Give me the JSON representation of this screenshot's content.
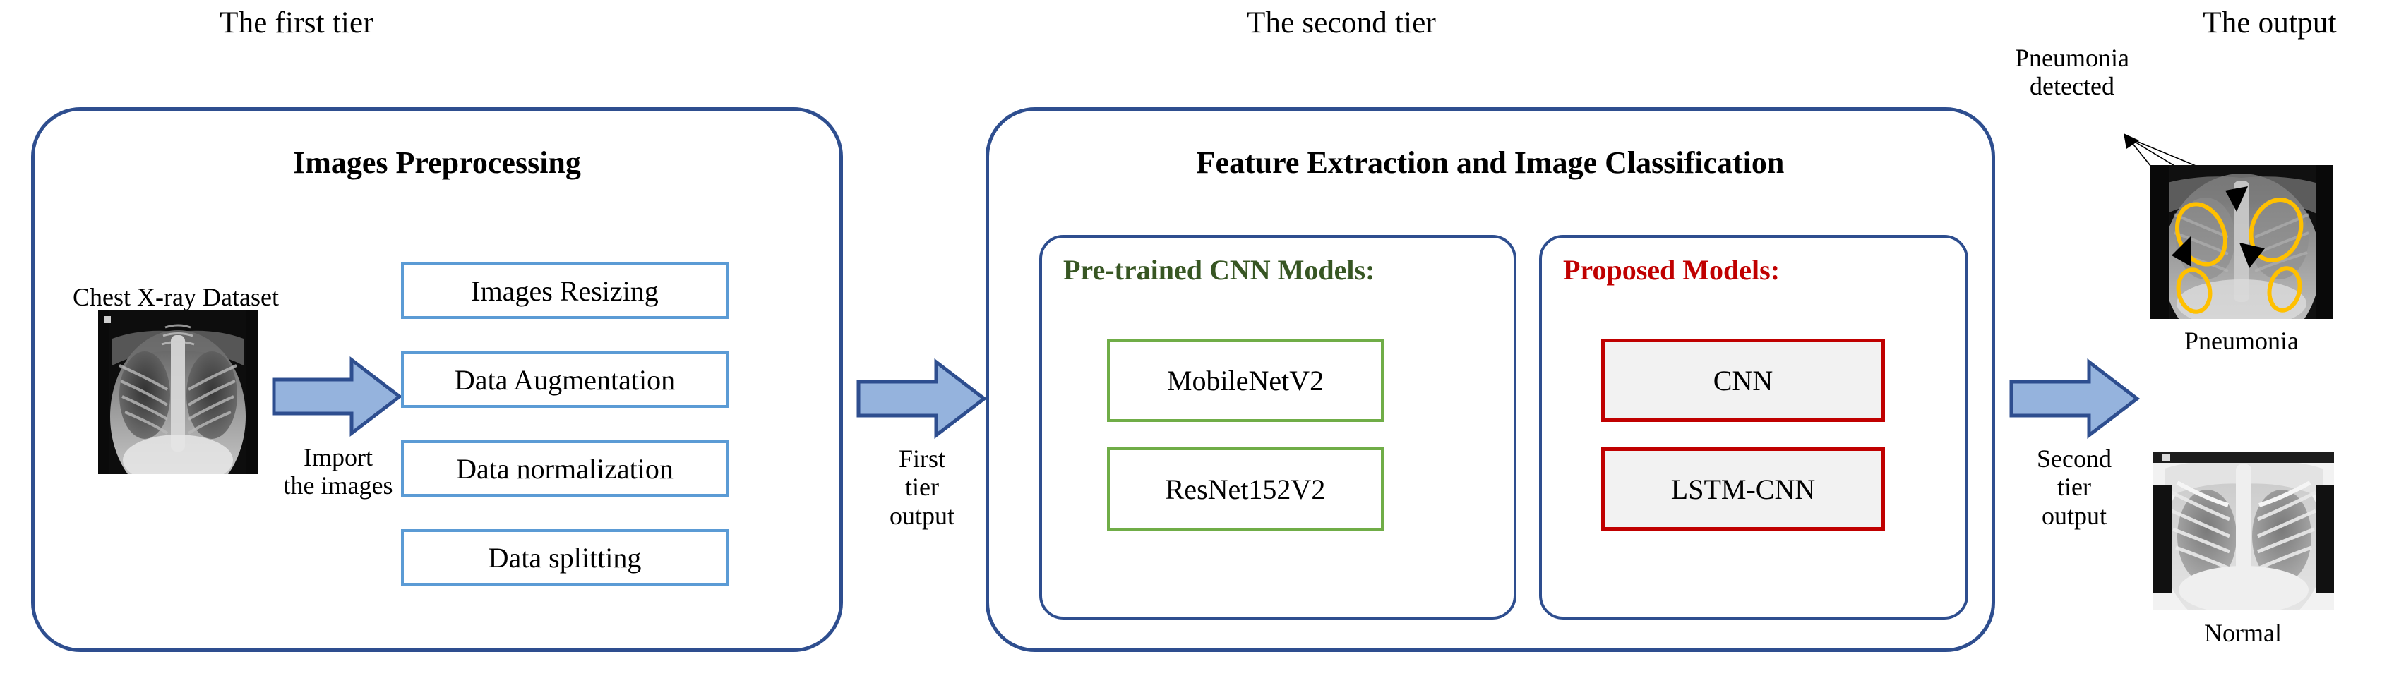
{
  "diagram": {
    "title_first_tier": "The first tier",
    "title_second_tier": "The second tier",
    "title_output": "The output",
    "colors": {
      "outer_border_blue": "#2E4E8F",
      "step_border_blue": "#5B9BD5",
      "arrow_fill_blue": "#95B3DD",
      "arrow_stroke_blue": "#2E4E8F",
      "pretrained_green": "#375623",
      "model_box_green": "#70AD47",
      "proposed_red": "#C00000",
      "model_box_fill_grey": "#F2F2F2",
      "annotation_yellow": "#FFC000"
    }
  },
  "first_tier": {
    "heading": "Images Preprocessing",
    "dataset_label": "Chest X-ray Dataset",
    "import_arrow_label": "Import\nthe images",
    "steps": [
      {
        "label": "Images Resizing"
      },
      {
        "label": "Data Augmentation"
      },
      {
        "label": "Data normalization"
      },
      {
        "label": "Data splitting"
      }
    ]
  },
  "connector_first_to_second": {
    "label": "First\ntier\noutput"
  },
  "second_tier": {
    "heading": "Feature Extraction and Image Classification",
    "panels": [
      {
        "title": "Pre-trained CNN Models:",
        "accent": "green",
        "models": [
          {
            "label": "MobileNetV2"
          },
          {
            "label": "ResNet152V2"
          }
        ]
      },
      {
        "title": "Proposed Models:",
        "accent": "red",
        "models": [
          {
            "label": "CNN"
          },
          {
            "label": "LSTM-CNN"
          }
        ]
      }
    ]
  },
  "connector_second_to_output": {
    "label": "Second\ntier\noutput"
  },
  "output": {
    "annotation": "Pneumonia\ndetected",
    "results": [
      {
        "caption": "Pneumonia",
        "type": "xray-pneumonia"
      },
      {
        "caption": "Normal",
        "type": "xray-normal"
      }
    ]
  }
}
